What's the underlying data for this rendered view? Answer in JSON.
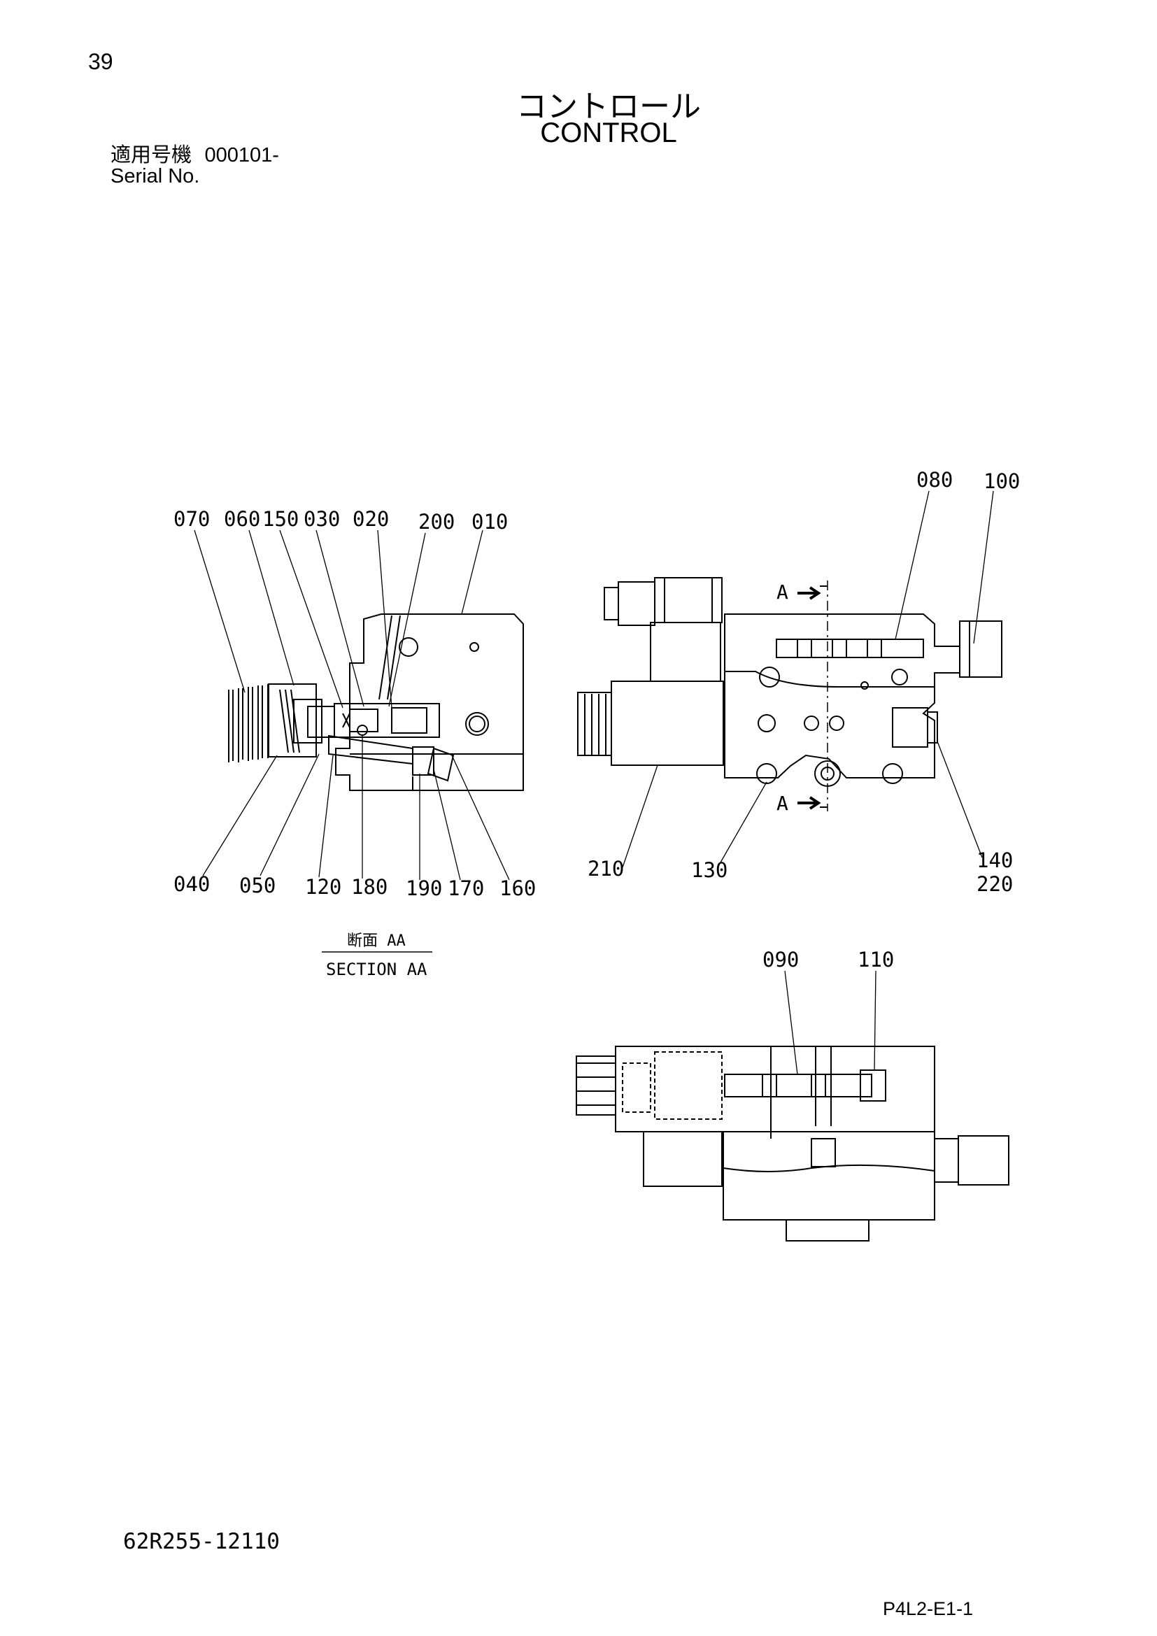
{
  "page_number": "39",
  "title_jp": "コントロール",
  "title_en": "CONTROL",
  "serial": {
    "label_jp": "適用号機",
    "number": "000101-",
    "label_en": "Serial No."
  },
  "section": {
    "label_jp": "断面 AA",
    "label_en": "SECTION AA"
  },
  "view_marker": "A",
  "part_callouts": {
    "p010": "010",
    "p020": "020",
    "p030": "030",
    "p040": "040",
    "p050": "050",
    "p060": "060",
    "p070": "070",
    "p080": "080",
    "p090": "090",
    "p100": "100",
    "p110": "110",
    "p120": "120",
    "p130": "130",
    "p140": "140",
    "p150": "150",
    "p160": "160",
    "p170": "170",
    "p180": "180",
    "p190": "190",
    "p200": "200",
    "p210": "210",
    "p220": "220"
  },
  "drawing_number": "62R255-12110",
  "page_code": "P4L2-E1-1"
}
